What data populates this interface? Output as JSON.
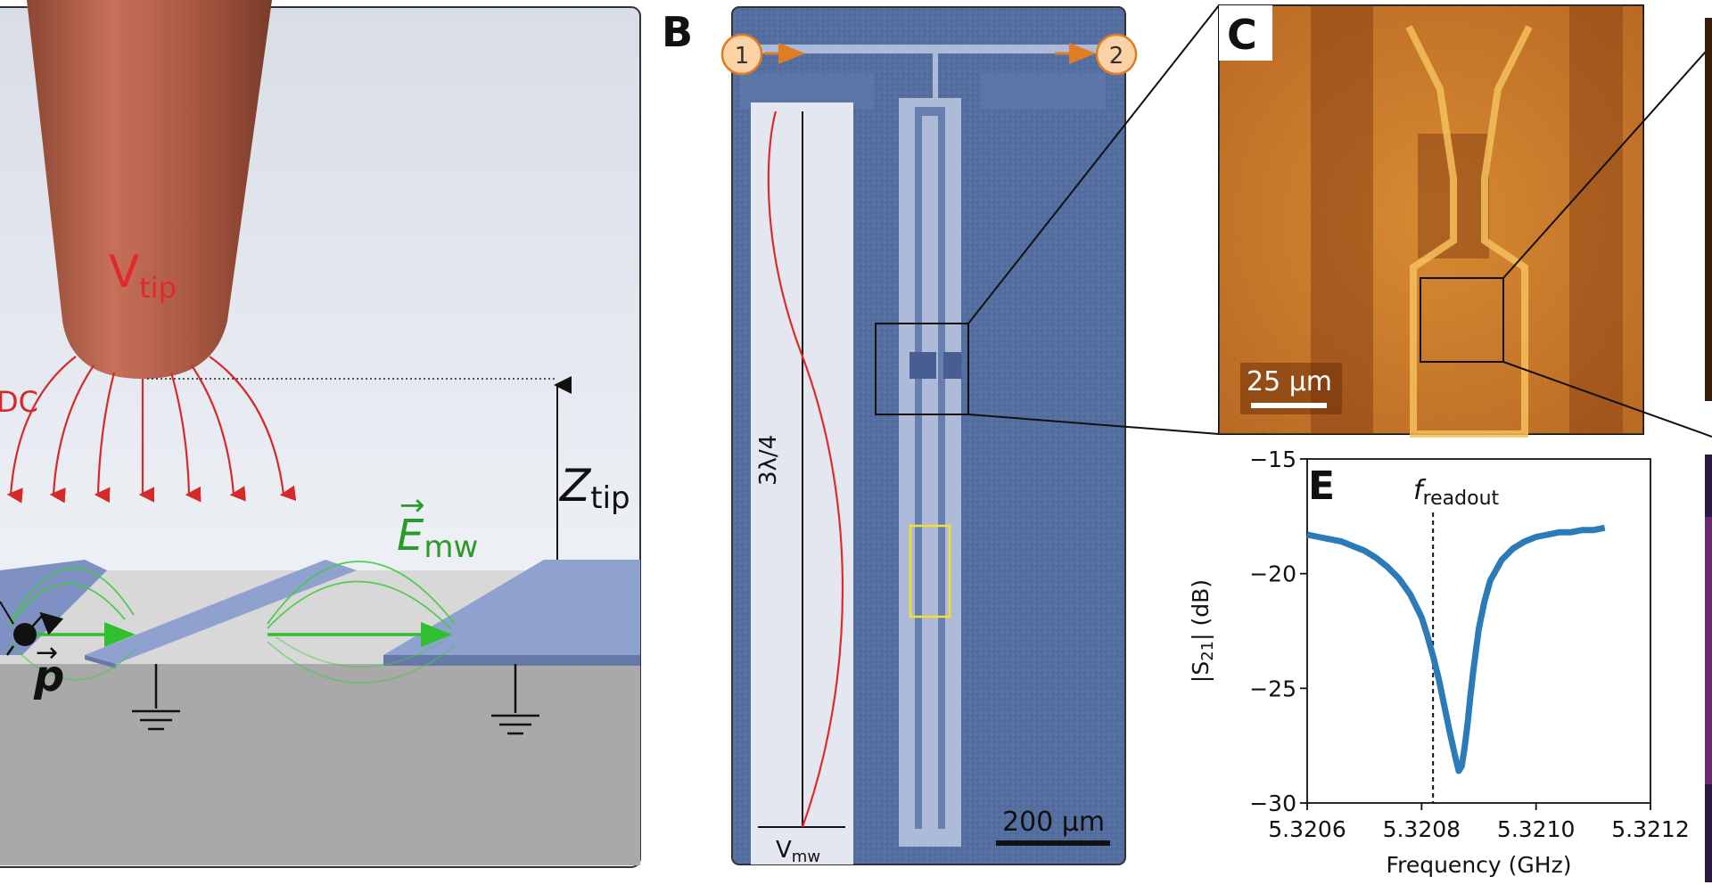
{
  "panelA": {
    "tip_label": "V",
    "tip_sub": "tip",
    "dc_label": "DC",
    "z_label": "Z",
    "z_sub": "tip",
    "e_label": "E",
    "e_sub": "mw",
    "p_label": "p"
  },
  "panelB": {
    "letter": "B",
    "port1": "1",
    "port2": "2",
    "mode_label": "3λ/4",
    "v_label": "V",
    "v_sub": "mw",
    "scalebar": "200 μm"
  },
  "panelC": {
    "letter": "C",
    "scalebar": "25 μm"
  },
  "panelE": {
    "letter": "E",
    "annotation": "f",
    "annotation_sub": "readout"
  },
  "chart_data": {
    "type": "line",
    "xlabel": "Frequency (GHz)",
    "ylabel": "|S21| (dB)",
    "xlim": [
      5.3206,
      5.3212
    ],
    "ylim": [
      -30,
      -15
    ],
    "xticks": [
      5.3206,
      5.3208,
      5.321,
      5.3212
    ],
    "xtick_labels": [
      "5.3206",
      "5.3208",
      "5.3210",
      "5.3212"
    ],
    "yticks": [
      -15,
      -20,
      -25,
      -30
    ],
    "ytick_labels": [
      "−15",
      "−20",
      "−25",
      "−30"
    ],
    "vline_x": 5.32082,
    "series": [
      {
        "color": "#2b7bb9",
        "x": [
          5.3206,
          5.32062,
          5.32064,
          5.32066,
          5.32068,
          5.3207,
          5.32072,
          5.32074,
          5.32076,
          5.32078,
          5.3208,
          5.32081,
          5.32082,
          5.32083,
          5.32084,
          5.32085,
          5.32086,
          5.320865,
          5.32087,
          5.320875,
          5.32088,
          5.320885,
          5.32089,
          5.3209,
          5.32091,
          5.32092,
          5.32094,
          5.32096,
          5.32098,
          5.321,
          5.32102,
          5.32104,
          5.32106,
          5.32108,
          5.3211,
          5.32112
        ],
        "y": [
          -18.3,
          -18.4,
          -18.5,
          -18.6,
          -18.8,
          -19.0,
          -19.3,
          -19.7,
          -20.2,
          -20.9,
          -21.9,
          -22.7,
          -23.6,
          -24.6,
          -25.8,
          -27.0,
          -28.1,
          -28.6,
          -28.4,
          -27.6,
          -26.6,
          -25.4,
          -24.3,
          -22.4,
          -21.2,
          -20.3,
          -19.4,
          -18.9,
          -18.6,
          -18.4,
          -18.3,
          -18.2,
          -18.2,
          -18.1,
          -18.1,
          -18.0
        ]
      }
    ]
  }
}
